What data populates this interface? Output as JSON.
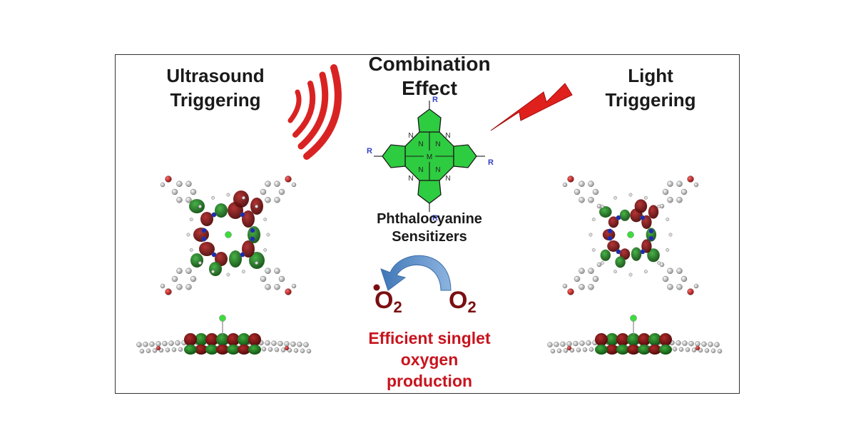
{
  "left_panel": {
    "title_line1": "Ultrasound",
    "title_line2": "Triggering"
  },
  "center_panel": {
    "title_line1": "Combination",
    "title_line2": "Effect",
    "molecule_label_line1": "Phthalocyanine",
    "molecule_label_line2": "Sensitizers",
    "substituent": "R",
    "center_atom": "M",
    "nitrogen": "N",
    "oxygen_left": "O",
    "oxygen_right": "O",
    "oxygen_subscript": "2",
    "result_line1": "Efficient  singlet",
    "result_line2": "oxygen",
    "result_line3": "production"
  },
  "right_panel": {
    "title_line1": "Light",
    "title_line2": "Triggering"
  },
  "colors": {
    "wave_red": "#d92323",
    "bolt_red": "#e0201c",
    "pc_green": "#2ecc40",
    "orbital_green": "#1f6e1f",
    "orbital_red": "#6e1010",
    "arrow_blue": "#5b8fc9",
    "text_red": "#c8141e",
    "o2_color": "#7a0f12"
  }
}
